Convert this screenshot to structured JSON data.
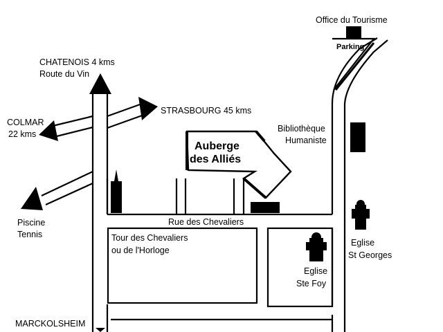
{
  "map": {
    "labels": {
      "chatenois_line1": "CHATENOIS 4 kms",
      "chatenois_line2": "Route du Vin",
      "colmar_line1": "COLMAR",
      "colmar_line2": "22 kms",
      "strasbourg": "STRASBOURG 45 kms",
      "piscine": "Piscine",
      "tennis": "Tennis",
      "marckolsheim": "MARCKOLSHEIM",
      "office_tourisme": "Office du Tourisme",
      "parking": "Parking",
      "bibliotheque_line1": "Bibliothèque",
      "bibliotheque_line2": "Humaniste",
      "auberge_line1": "Auberge",
      "auberge_line2": "des Alliés",
      "rue_chevaliers": "Rue des Chevaliers",
      "tour_line1": "Tour des Chevaliers",
      "tour_line2": "ou de l'Horloge",
      "eglise_stefoy_line1": "Eglise",
      "eglise_stefoy_line2": "Ste Foy",
      "eglise_stgeorges_line1": "Eglise",
      "eglise_stgeorges_line2": "St Georges"
    },
    "colors": {
      "ink": "#000000",
      "paper": "#ffffff"
    }
  }
}
